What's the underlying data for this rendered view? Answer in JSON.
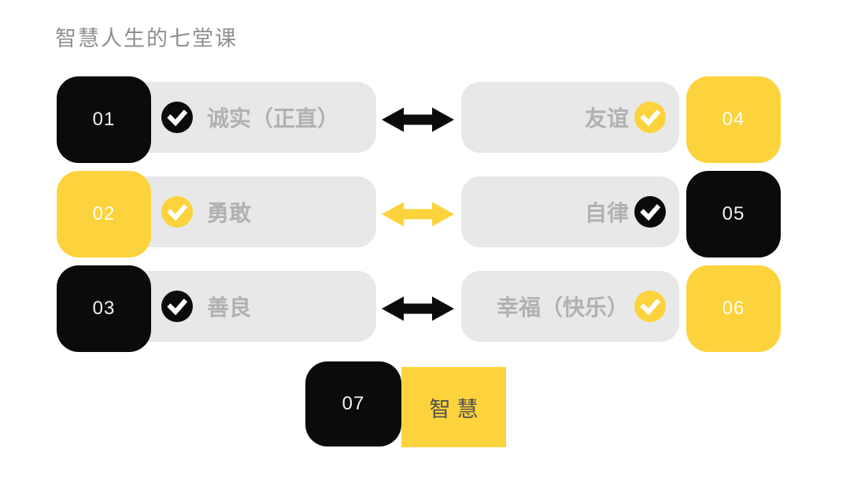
{
  "page": {
    "title": "智慧人生的七堂课",
    "background": "#ffffff"
  },
  "colors": {
    "black": "#0b0b0b",
    "yellow": "#fcd33c",
    "pill_gray": "#e8e8e8",
    "label_gray": "#b1b1b1",
    "title_gray": "#8f8f8f",
    "number_text": "#ffffff",
    "wisdom_text": "#4f4f4f"
  },
  "rows": [
    {
      "left_number": "01",
      "left_box_color": "#0b0b0b",
      "left_label": "诚实（正直）",
      "left_check_color": "#0b0b0b",
      "arrow_color": "#0b0b0b",
      "right_label": "友谊",
      "right_check_color": "#fcd33c",
      "right_number": "04",
      "right_box_color": "#fcd33c"
    },
    {
      "left_number": "02",
      "left_box_color": "#fcd33c",
      "left_label": "勇敢",
      "left_check_color": "#fcd33c",
      "arrow_color": "#fcd33c",
      "right_label": "自律",
      "right_check_color": "#0b0b0b",
      "right_number": "05",
      "right_box_color": "#0b0b0b"
    },
    {
      "left_number": "03",
      "left_box_color": "#0b0b0b",
      "left_label": "善良",
      "left_check_color": "#0b0b0b",
      "arrow_color": "#0b0b0b",
      "right_label": "幸福（快乐）",
      "right_check_color": "#fcd33c",
      "right_number": "06",
      "right_box_color": "#fcd33c"
    }
  ],
  "footer": {
    "number": "07",
    "number_box_color": "#0b0b0b",
    "label": "智慧",
    "label_box_color": "#fcd33c"
  }
}
